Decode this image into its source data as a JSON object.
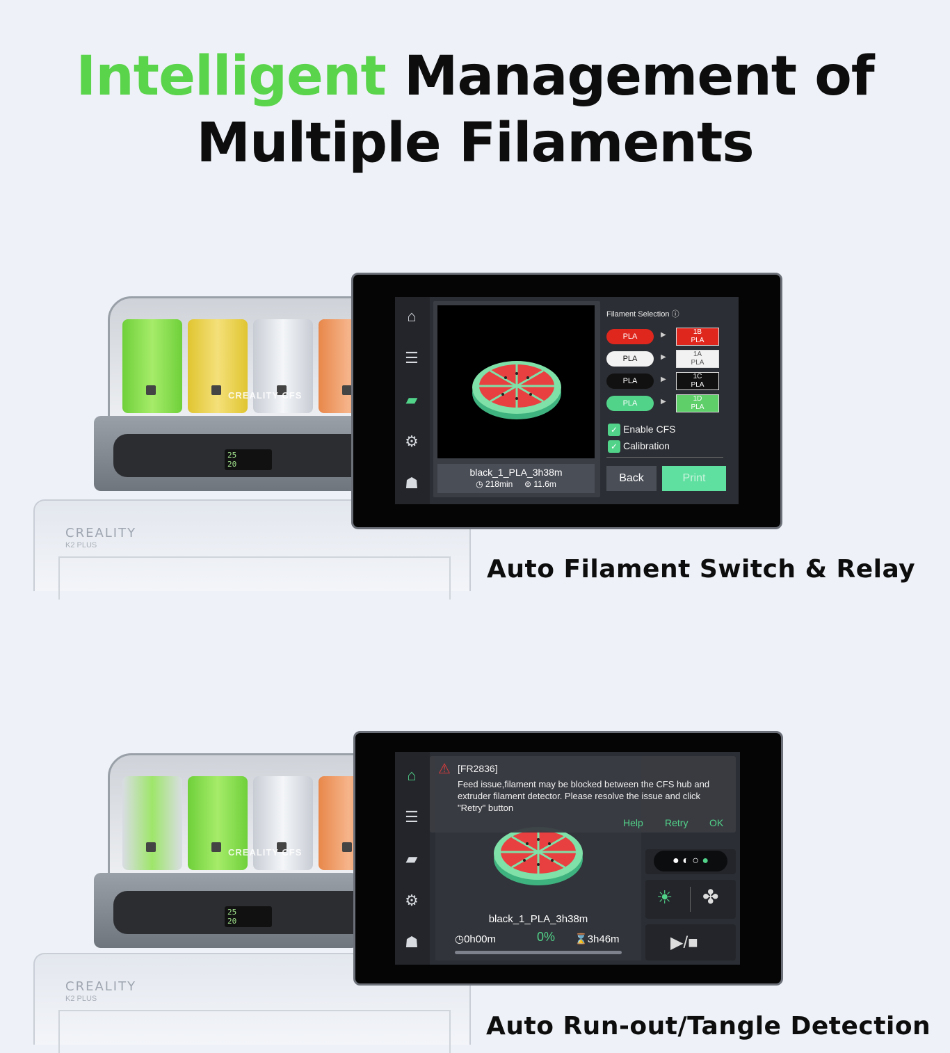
{
  "headline": {
    "line1_green": "Intelligent",
    "line1_rest": " Management of",
    "line2": "Multiple Filaments"
  },
  "illustration": {
    "printer_brand": "CREALITY",
    "printer_model": "K2 PLUS",
    "cfs_brand": "CREALITY CFS",
    "cfs_display": [
      "25",
      "20"
    ]
  },
  "screen1": {
    "nav_icons": [
      "home-icon",
      "sliders-icon",
      "folder-icon",
      "gear-icon",
      "robot-icon"
    ],
    "file_name": "black_1_PLA_3h38m",
    "print_time": "218min",
    "filament_length": "11.6m",
    "panel_title": "Filament Selection",
    "filaments": [
      {
        "material": "PLA",
        "color": "#e0271e",
        "slot": "1B",
        "slot_material": "PLA"
      },
      {
        "material": "PLA",
        "color": "#f2f2f2",
        "slot": "1A",
        "slot_material": "PLA"
      },
      {
        "material": "PLA",
        "color": "#111111",
        "slot": "1C",
        "slot_material": "PLA"
      },
      {
        "material": "PLA",
        "color": "#52d38a",
        "slot": "1D",
        "slot_material": "PLA"
      }
    ],
    "enable_cfs_label": "Enable CFS",
    "enable_cfs_checked": true,
    "calibration_label": "Calibration",
    "calibration_checked": true,
    "back_label": "Back",
    "print_label": "Print"
  },
  "caption1": "Auto Filament Switch & Relay",
  "screen2": {
    "nav_icons": [
      "home-icon",
      "sliders-icon",
      "folder-icon",
      "gear-icon",
      "robot-icon"
    ],
    "alert_code": "[FR2836]",
    "alert_message": "Feed issue,filament may be blocked between the CFS hub and extruder filament detector. Please resolve the issue and click \"Retry\" button",
    "help_label": "Help",
    "retry_label": "Retry",
    "ok_label": "OK",
    "file_name": "black_1_PLA_3h38m",
    "elapsed": "0h00m",
    "progress": "0%",
    "remaining": "3h46m",
    "progress_fraction": 0
  },
  "caption2": "Auto Run-out/Tangle Detection",
  "colors": {
    "accent_green": "#52d38a",
    "headline_green": "#5ad44a"
  }
}
